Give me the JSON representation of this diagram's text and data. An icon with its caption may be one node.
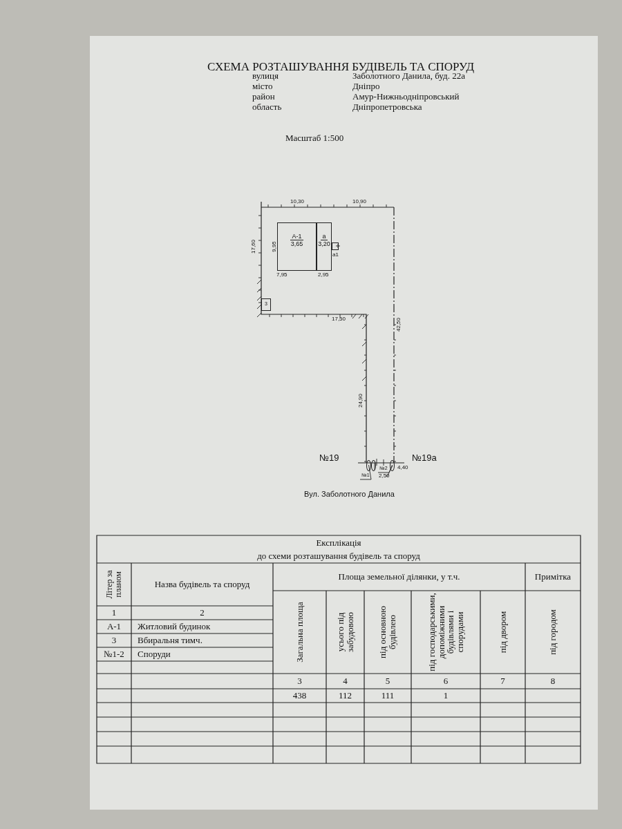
{
  "diagram": {
    "title": "СХЕМА РОЗТАШУВАННЯ БУДІВЕЛЬ ТА СПОРУД",
    "nodes": [
      {
        "text": [
          "А-1",
          "3,65"
        ]
      },
      {
        "text": [
          "а",
          "3,20"
        ]
      },
      {
        "text": [
          "а1"
        ]
      },
      {
        "text": [
          "3"
        ]
      },
      {
        "text": [],
        "shape": "circle"
      },
      {
        "text": [],
        "shape": "circle"
      },
      {
        "text": [],
        "shape": "circle"
      },
      {
        "text": [
          "№1"
        ]
      },
      {
        "text": [
          "№2"
        ]
      }
    ],
    "edges": [
      {
        "from": 7,
        "to": 4,
        "arrow": "none"
      },
      {
        "from": 8,
        "to": 6,
        "arrow": "none"
      }
    ],
    "labels": [
      "вулиця",
      "Заболотного Данила, буд. 22а",
      "місто",
      "Дніпро",
      "район",
      "Амур-Нижньодніпровський",
      "область",
      "Дніпропетровська",
      "Масштаб 1:500",
      "10,30",
      "10,90",
      "17,60",
      "9,95",
      "7,95",
      "2,95",
      "17,50",
      "42,50",
      "24,90",
      "№19",
      "№19а",
      "4,40",
      "2,50",
      "Вул. Заболотного Данила",
      "Експлікація",
      "до схеми розташування будівель та споруд",
      "Літер за планом",
      "Назва будівель та споруд",
      "Площа земельної ділянки, у т.ч.",
      "Примітка",
      "Загальна площа",
      "усього під забудовою",
      "під основною будівлею",
      "під господарськими, допоміжними будівлями і спорудами",
      "під двором",
      "під городом",
      "1",
      "2",
      "А-1",
      "Житловий будинок",
      "3",
      "Вбиральня тимч.",
      "№1-2",
      "Споруди",
      "3",
      "4",
      "5",
      "6",
      "7",
      "8",
      "438",
      "112",
      "111",
      "1"
    ]
  }
}
